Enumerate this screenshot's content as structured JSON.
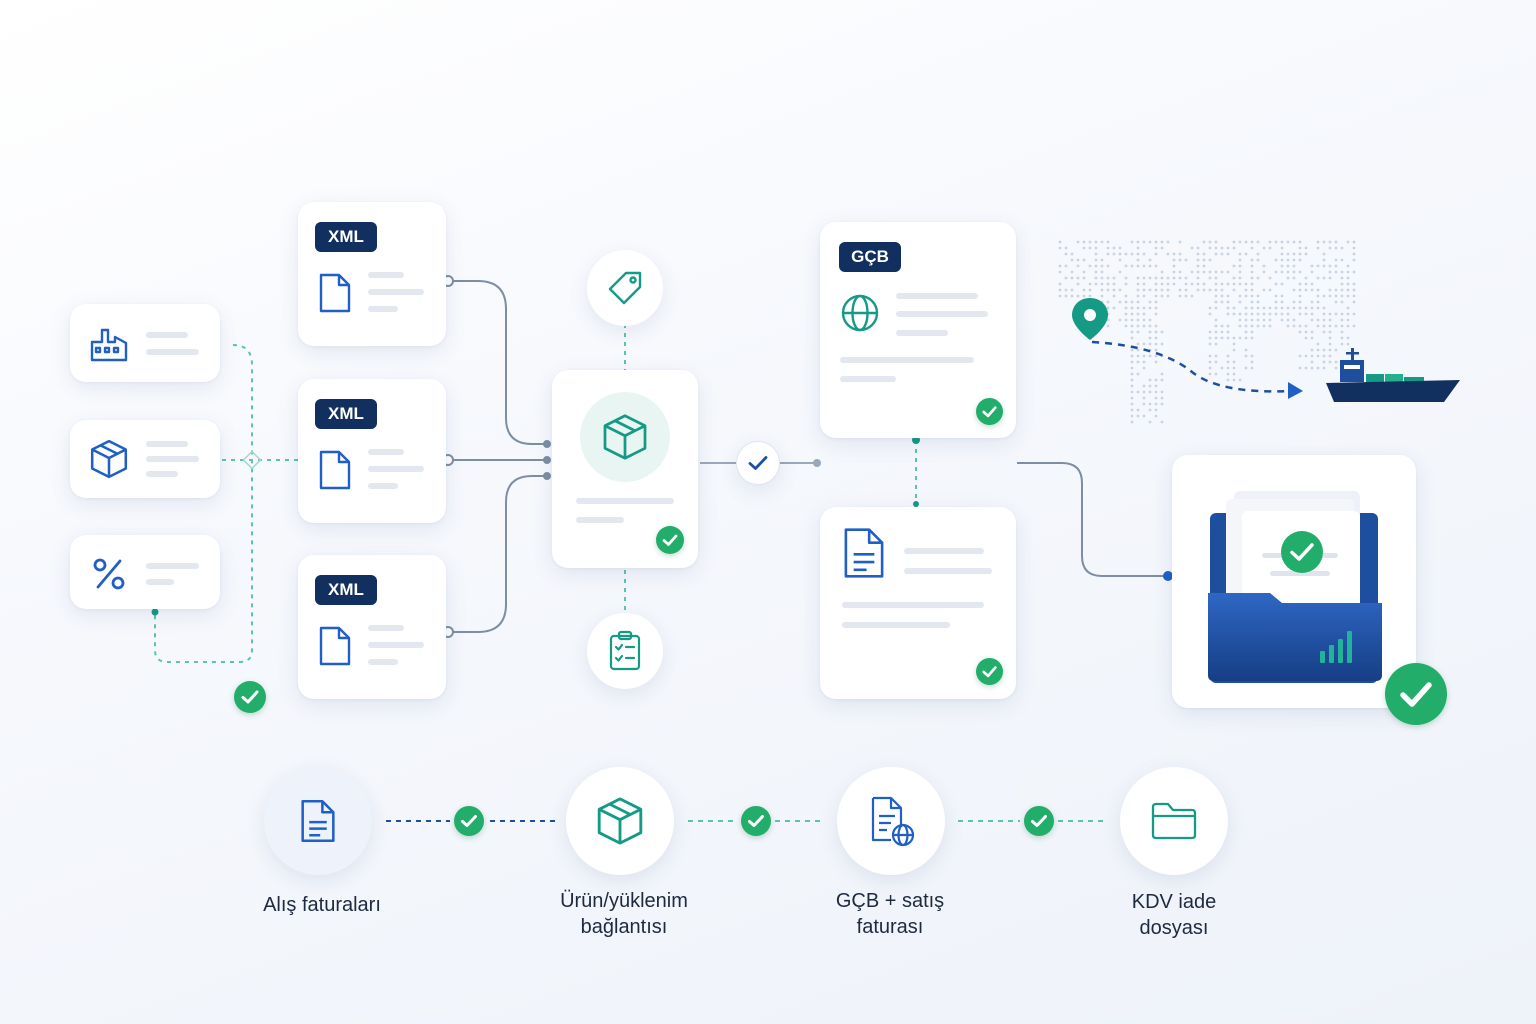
{
  "badges": {
    "xml_1": "XML",
    "xml_2": "XML",
    "xml_3": "XML",
    "gcb": "GÇB"
  },
  "steps": [
    {
      "label": "Alış faturaları",
      "icon": "document-icon"
    },
    {
      "label": "Ürün/yüklenim\nbağlantısı",
      "icon": "box-icon"
    },
    {
      "label": "GÇB + satış\nfaturası",
      "icon": "document-globe-icon"
    },
    {
      "label": "KDV iade\ndosyası",
      "icon": "folder-icon"
    }
  ],
  "colors": {
    "navy": "#12305f",
    "blue": "#1f5fc6",
    "teal": "#159a86",
    "green": "#22ad6a",
    "connector": "#7d8ea3"
  }
}
